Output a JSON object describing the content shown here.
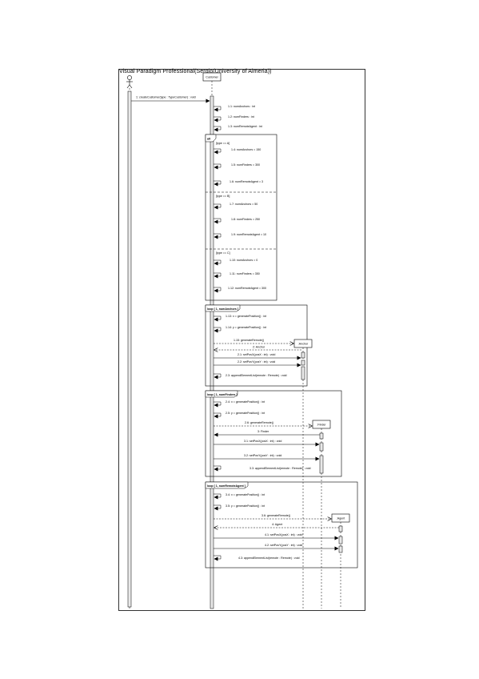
{
  "header": {
    "title": "Visual Paradigm Professional(Sergio(University of Almeria))"
  },
  "actor": {
    "name": ""
  },
  "lifelines": {
    "customer": {
      "label": "Customer"
    },
    "anchor": {
      "label": ":Anchor"
    },
    "finder": {
      "label": ":Finder"
    },
    "agent": {
      "label": ":Agent"
    }
  },
  "messages": [
    "1: createCustomer(type : TypeCustomer) : void",
    "1.1: numAnchors : int",
    "1.2: numFinders : int",
    "1.3: numRemoteAgent : int",
    "1.4: numAnchors = 150",
    "1.5: numFinders = 300",
    "1.6: numRemoteAgent = 3",
    "1.7: numAnchors = 50",
    "1.8: numFinders = 250",
    "1.9: numRemoteAgent = 10",
    "1.10: numAnchors = 0",
    "1.11: numFinders = 350",
    "1.12: numRemoteAgent = 300",
    "1.13: x = generatePosition() : int",
    "1.14: y = generatePosition() : int",
    "1.15: generateRemote()",
    "2: Anchor",
    "2.1: setPosX(posX : int) : void",
    "2.2: setPosY(posY : int) : void",
    "2.3: appendElementList(remote : Remote) : void",
    "2.4: x = generatePosition() : int",
    "2.5: y = generatePosition() : int",
    "2.6: generateRemote()",
    "3: Finder",
    "3.1: setPosX(posX : int) : void",
    "3.2: setPosY(posY : int) : void",
    "3.3: appendElementList(remote : Remote) : void",
    "3.4: x = generatePosition() : int",
    "3.5: y = generatePosition() : int",
    "3.6: generateRemote()",
    "4: Agent",
    "4.1: setPosX(posX : int) : void",
    "4.2: setPosY(posY : int) : void",
    "4.3: appendElementList(remote : Remote) : void"
  ],
  "fragments": {
    "alt": {
      "label": "alt",
      "guards": [
        "[type == A]",
        "[type == B]",
        "[type == C]"
      ]
    },
    "loop1": {
      "label": "loop [ 1, numAnchors ]"
    },
    "loop2": {
      "label": "loop [ 1, numFinders ]"
    },
    "loop3": {
      "label": "loop [ 1, numRemoteAgent ]"
    }
  }
}
